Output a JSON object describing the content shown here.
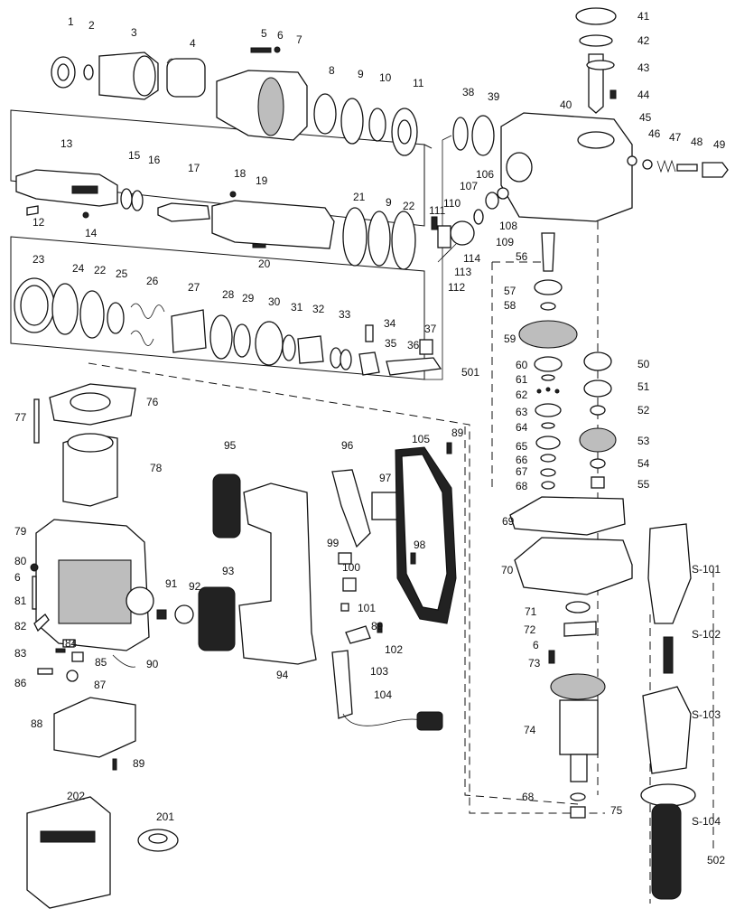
{
  "diagram": {
    "type": "exploded parts diagram",
    "parts": [
      "1",
      "2",
      "3",
      "4",
      "5",
      "6",
      "7",
      "8",
      "9",
      "10",
      "11",
      "12",
      "13",
      "14",
      "15",
      "16",
      "17",
      "18",
      "19",
      "20",
      "21",
      "9",
      "22",
      "23",
      "24",
      "22",
      "25",
      "26",
      "27",
      "28",
      "29",
      "30",
      "31",
      "32",
      "33",
      "34",
      "35",
      "36",
      "37",
      "38",
      "39",
      "40",
      "41",
      "42",
      "43",
      "44",
      "45",
      "46",
      "47",
      "48",
      "49",
      "50",
      "51",
      "52",
      "53",
      "54",
      "55",
      "56",
      "57",
      "58",
      "59",
      "60",
      "61",
      "62",
      "63",
      "64",
      "65",
      "66",
      "67",
      "68",
      "69",
      "70",
      "71",
      "72",
      "6",
      "73",
      "74",
      "68",
      "75",
      "76",
      "77",
      "78",
      "79",
      "80",
      "6",
      "81",
      "82",
      "83",
      "84",
      "85",
      "86",
      "87",
      "88",
      "89",
      "90",
      "91",
      "92",
      "93",
      "94",
      "95",
      "96",
      "97",
      "98",
      "99",
      "100",
      "101",
      "89",
      "102",
      "103",
      "104",
      "105",
      "89",
      "106",
      "107",
      "108",
      "109",
      "110",
      "111",
      "112",
      "113",
      "114",
      "S-101",
      "S-102",
      "S-103",
      "S-104",
      "201",
      "202",
      "501",
      "502"
    ]
  }
}
